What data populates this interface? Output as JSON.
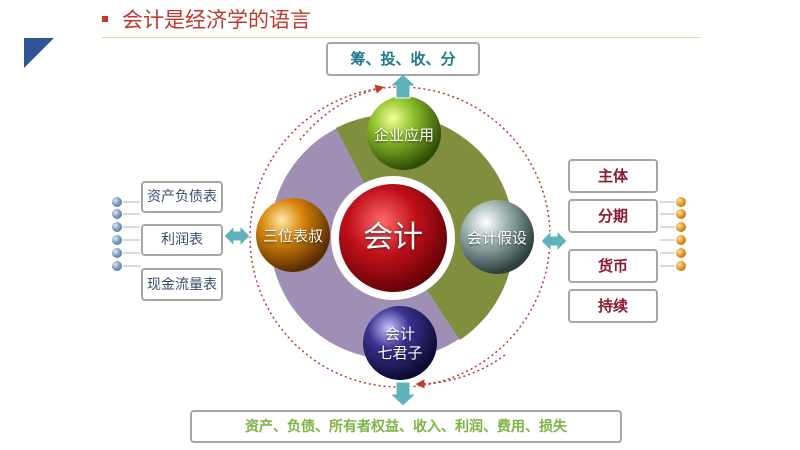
{
  "title": "会计是经济学的语言",
  "center": "会计",
  "spheres": {
    "top": "企业应用",
    "left": "三位表叔",
    "right": "会计假设",
    "bottom_line1": "会计",
    "bottom_line2": "七君子"
  },
  "top_box": "筹、投、收、分",
  "bottom_box": "资产、负债、所有者权益、收入、利润、费用、损失",
  "left_boxes": [
    "资产负债表",
    "利润表",
    "现金流量表"
  ],
  "right_boxes": [
    "主体",
    "分期",
    "货币",
    "持续"
  ],
  "colors": {
    "title": "#c0392b",
    "segment_green": "#7f8f3e",
    "segment_purple": "#a08fb4",
    "center_red": "#c0101a"
  }
}
